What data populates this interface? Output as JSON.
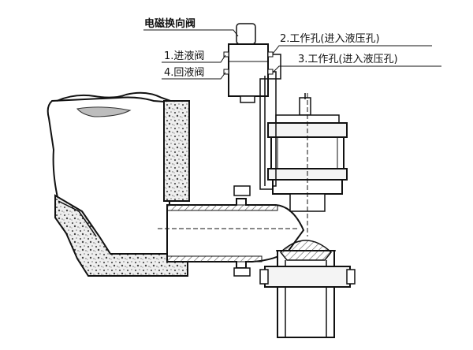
{
  "labels": {
    "solenoid_valve": "电磁换向阀",
    "inlet_valve": "1.进液阀",
    "return_valve": "4.回液阀",
    "work_port_2": "2.工作孔(进入液压孔)",
    "work_port_3": "3.工作孔(进入液压孔)"
  },
  "colors": {
    "line": "#111111",
    "fill_light": "#f4f4f4",
    "fill_mid": "#dcdcdc",
    "hatch": "#777777"
  }
}
